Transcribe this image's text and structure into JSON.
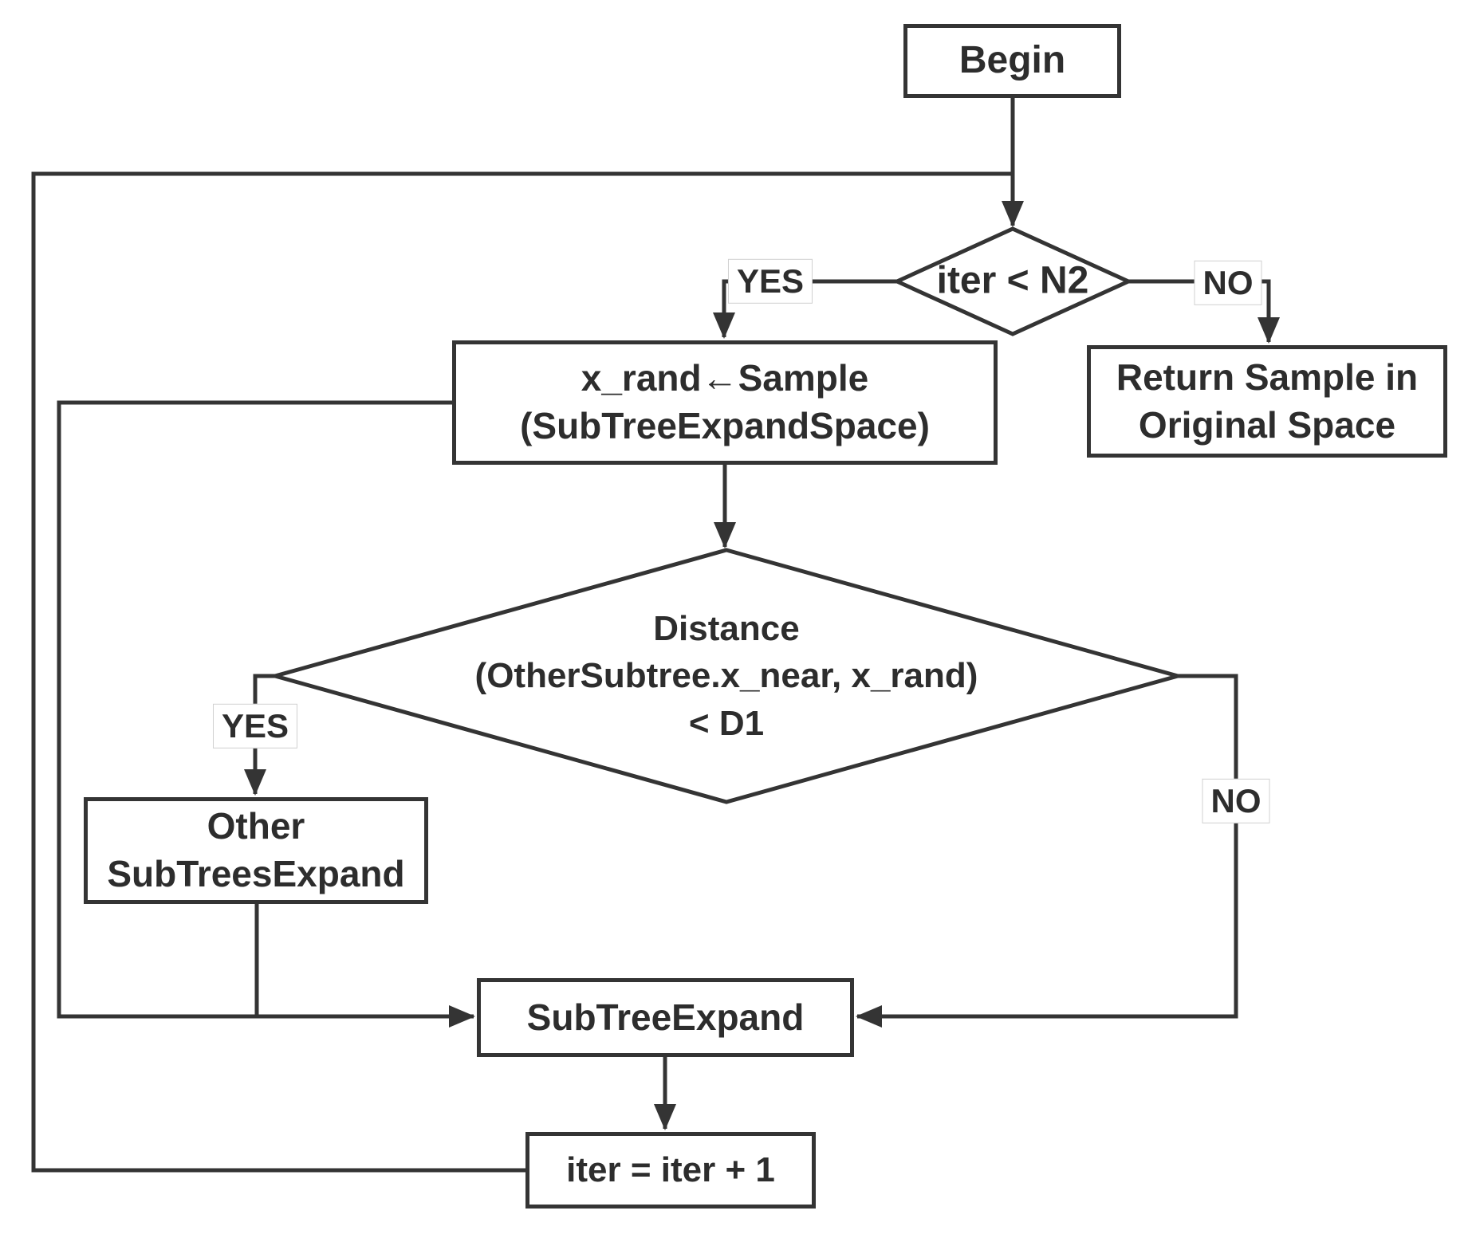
{
  "theme": {
    "background": "#ffffff",
    "line_color": "#343434",
    "text_color": "#2d2d2d",
    "label_border": "#d0d0d0"
  },
  "nodes": {
    "begin": "Begin",
    "iter_check": "iter < N2",
    "sample": "x_rand←Sample\n(SubTreeExpandSpace)",
    "return_sample": "Return Sample in\nOriginal Space",
    "distance_check": "Distance\n(OtherSubtree.x_near, x_rand)\n< D1",
    "other_subtrees_expand": "Other\nSubTreesExpand",
    "subtree_expand": "SubTreeExpand",
    "iter_increment": "iter = iter + 1"
  },
  "edge_labels": {
    "yes_top": "YES",
    "no_top": "NO",
    "yes_left": "YES",
    "no_right": "NO"
  }
}
